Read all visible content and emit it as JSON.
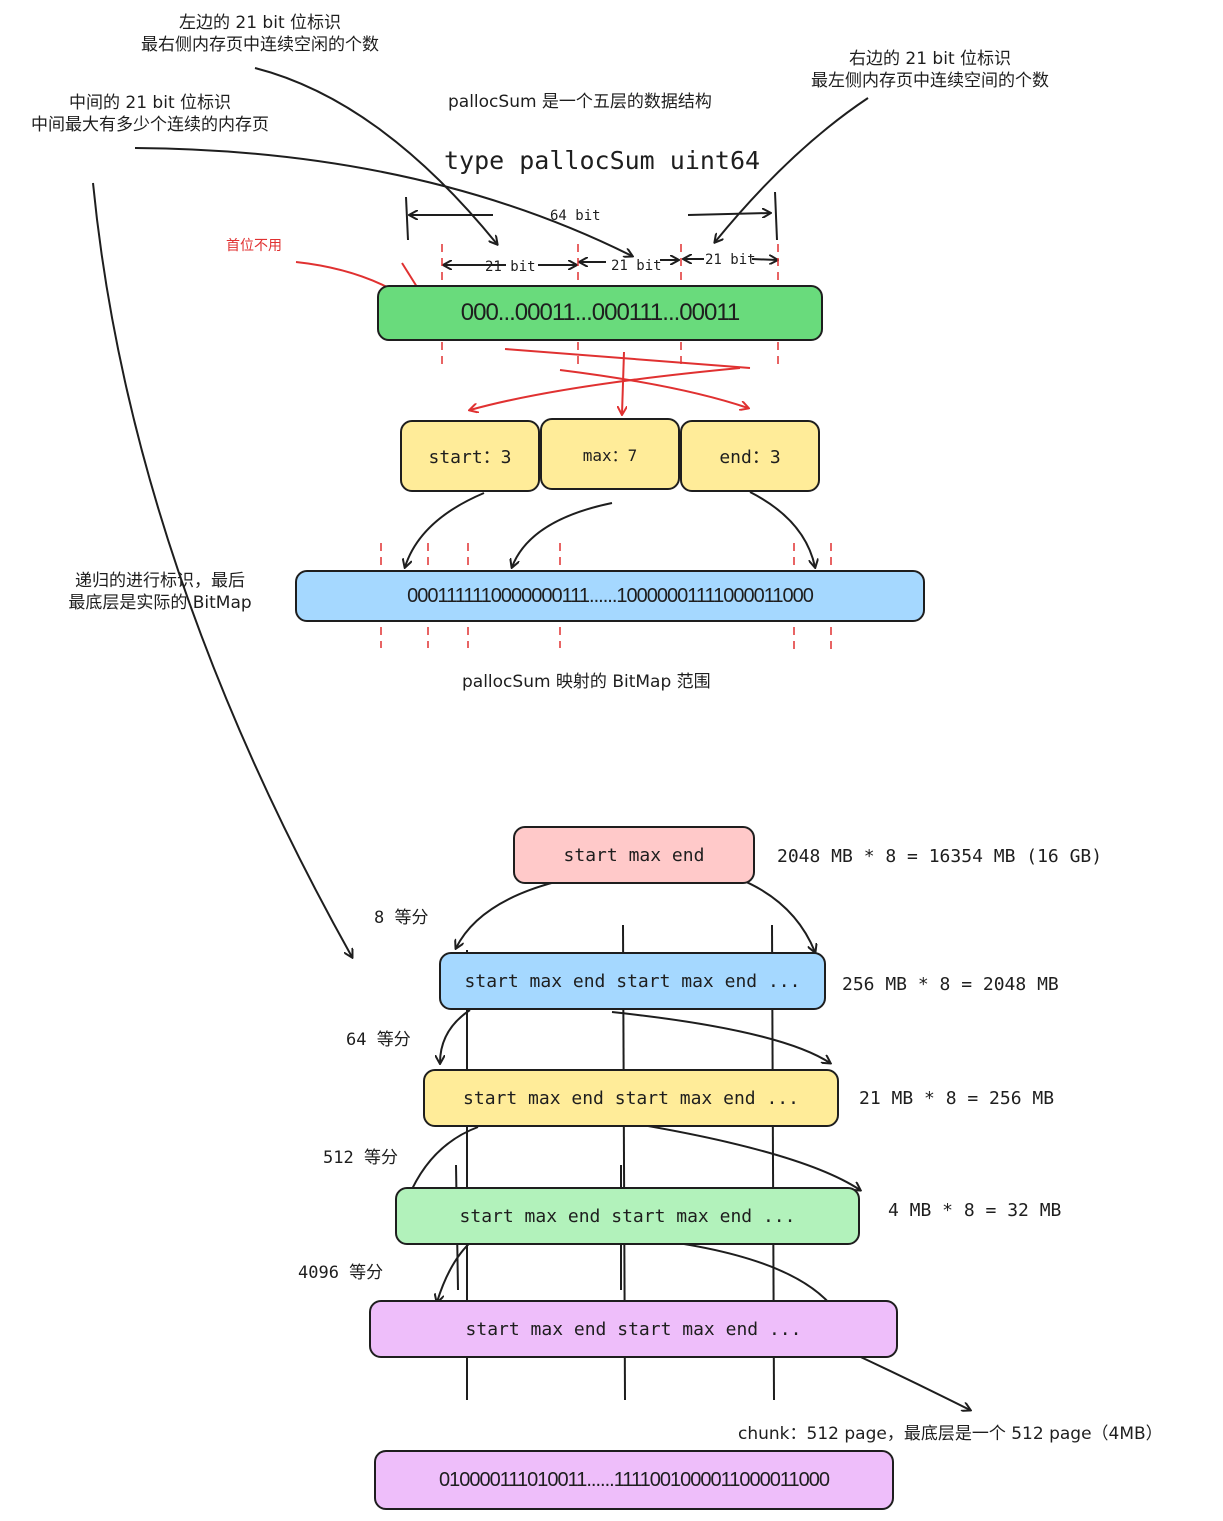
{
  "annotations": {
    "left_21bit": [
      "左边的 21 bit 位标识",
      "最右侧内存页中连续空闲的个数"
    ],
    "middle_21bit": [
      "中间的 21 bit 位标识",
      "中间最大有多少个连续的内存页"
    ],
    "right_21bit": [
      "右边的 21 bit 位标识",
      "最左侧内存页中连续空间的个数"
    ],
    "struct_desc": "pallocSum 是一个五层的数据结构",
    "type_decl": "type pallocSum uint64",
    "bits_64": "64 bit",
    "bits_21_a": "21 bit",
    "bits_21_b": "21 bit",
    "bits_21_c": "21 bit",
    "first_bit_unused": "首位不用",
    "recursive": [
      "递归的进行标识，最后",
      "最底层是实际的 BitMap"
    ],
    "bitmap_range": "pallocSum 映射的 BitMap 范围",
    "chunk_note": "chunk：512 page，最底层是一个 512 page（4MB）"
  },
  "sum_box": {
    "bits": "000...00011...000111...00011",
    "color": "#69db7c"
  },
  "fields": [
    {
      "label": "start：3",
      "color": "#ffec99"
    },
    {
      "label": "max：7",
      "color": "#ffec99"
    },
    {
      "label": "end：3",
      "color": "#ffec99"
    }
  ],
  "bitmap": {
    "bits": "0001111110000000111......10000001111000011000",
    "color": "#a5d8ff"
  },
  "levels": [
    {
      "label": "start max end",
      "size": "2048 MB * 8 = 16354 MB (16 GB)",
      "color": "#ffc9c9",
      "split": ""
    },
    {
      "label": "start max end start max end ...",
      "size": "256 MB * 8 = 2048 MB",
      "color": "#a5d8ff",
      "split": "8 等分"
    },
    {
      "label": "start max end start max end ...",
      "size": "21 MB * 8 = 256 MB",
      "color": "#ffec99",
      "split": "64 等分"
    },
    {
      "label": "start max end start max end ...",
      "size": "4 MB * 8 = 32 MB",
      "color": "#b2f2bb",
      "split": "512 等分"
    },
    {
      "label": "start max end start max end ...",
      "size": "",
      "color": "#eebefa",
      "split": "4096 等分"
    }
  ],
  "bottom_bitmap": {
    "bits": "010000111010011......1111001000011000011000",
    "color": "#eebefa"
  }
}
